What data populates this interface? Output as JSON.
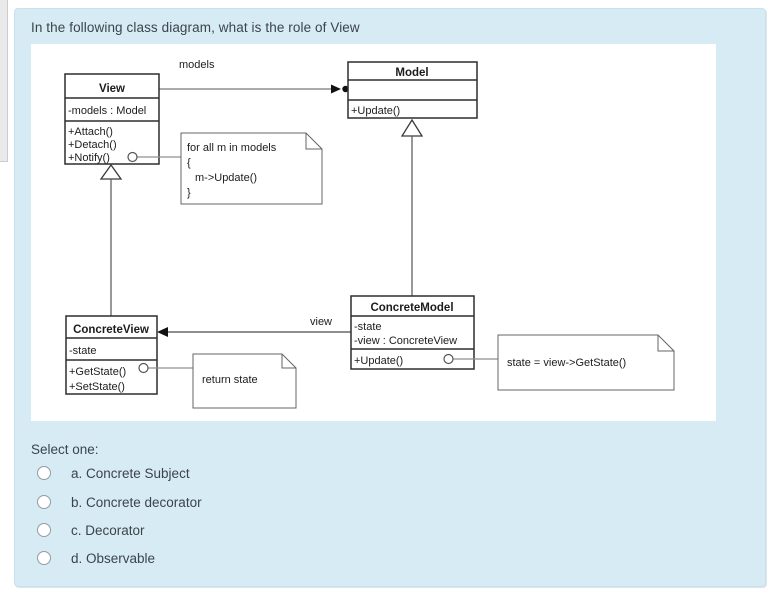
{
  "question": {
    "text": "In the following class diagram, what is the role of View"
  },
  "diagram": {
    "classes": {
      "view": {
        "name": "View",
        "attributes": [
          "-models : Model"
        ],
        "methods": [
          "+Attach()",
          "+Detach()",
          "+Notify()"
        ]
      },
      "model": {
        "name": "Model",
        "attributes": [],
        "methods": [
          "+Update()"
        ]
      },
      "concrete_view": {
        "name": "ConcreteView",
        "attributes": [
          "-state"
        ],
        "methods": [
          "+GetState()",
          "+SetState()"
        ]
      },
      "concrete_model": {
        "name": "ConcreteModel",
        "attributes": [
          "-state",
          "-view : ConcreteView"
        ],
        "methods": [
          "+Update()"
        ]
      }
    },
    "association_labels": {
      "models": "models",
      "view": "view"
    },
    "notes": {
      "notify_note": {
        "lines": [
          "for all m in models",
          "{",
          "m->Update()",
          "}"
        ]
      },
      "getstate_note": {
        "lines": [
          "return state"
        ]
      },
      "update_note": {
        "lines": [
          "state = view->GetState()"
        ]
      }
    }
  },
  "answers": {
    "prompt": "Select one:",
    "options": [
      {
        "label": "a. Concrete Subject"
      },
      {
        "label": "b. Concrete decorator"
      },
      {
        "label": "c. Decorator"
      },
      {
        "label": "d. Observable"
      }
    ]
  },
  "colors": {
    "card_background": "#d7ebf5",
    "card_border": "#c8e1ec",
    "text": "#3c434b",
    "association_line": "#8f8f8f",
    "box_border": "#2d2d2d"
  }
}
